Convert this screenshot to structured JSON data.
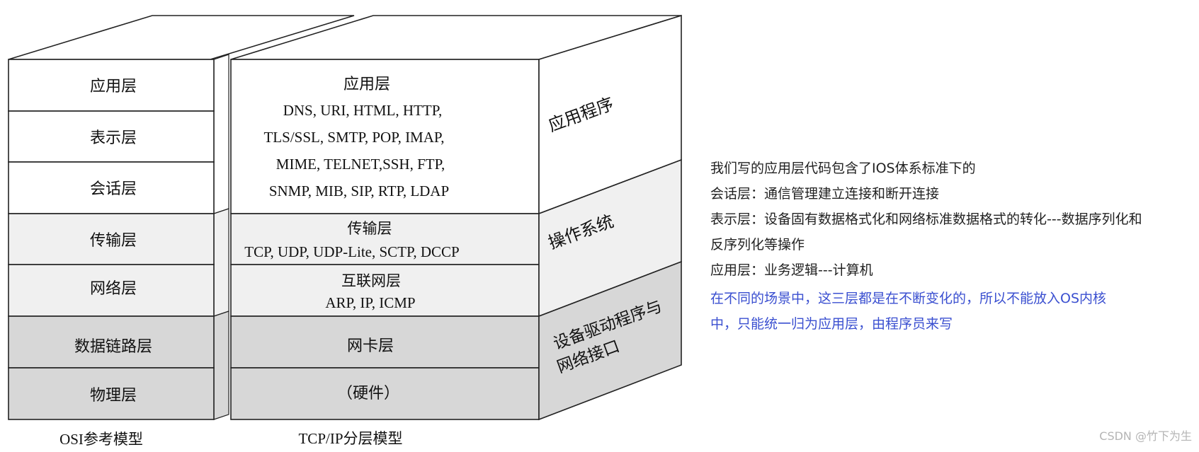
{
  "osi": {
    "layers": [
      "应用层",
      "表示层",
      "会话层",
      "传输层",
      "网络层",
      "数据链路层",
      "物理层"
    ],
    "caption": "OSI参考模型"
  },
  "tcpip": {
    "application": {
      "title": "应用层",
      "protocols": [
        "DNS, URI, HTML, HTTP,",
        "TLS/SSL, SMTP, POP, IMAP,",
        "MIME, TELNET,SSH, FTP,",
        "SNMP, MIB, SIP, RTP, LDAP"
      ]
    },
    "transport": {
      "title": "传输层",
      "protocols": "TCP, UDP, UDP-Lite, SCTP, DCCP"
    },
    "internet": {
      "title": "互联网层",
      "protocols": "ARP, IP, ICMP"
    },
    "link": {
      "title": "网卡层"
    },
    "hardware": {
      "title": "（硬件）"
    },
    "caption": "TCP/IP分层模型"
  },
  "side": {
    "app_program": "应用程序",
    "os": "操作系统",
    "driver_line1": "设备驱动程序与",
    "driver_line2": "网络接口"
  },
  "notes": {
    "line1": "我们写的应用层代码包含了IOS体系标准下的",
    "line2": "会话层：通信管理建立连接和断开连接",
    "line3": "表示层：设备固有数据格式化和网络标准数据格式的转化---数据序列化和",
    "line4": "反序列化等操作",
    "line5": "应用层：业务逻辑---计算机",
    "blue1": "在不同的场景中，这三层都是在不断变化的，所以不能放入OS内核",
    "blue2": "中，只能统一归为应用层，由程序员来写"
  },
  "watermark": "CSDN @竹下为生",
  "colors": {
    "white": "#ffffff",
    "light": "#f0f0f0",
    "mid": "#d7d7d7",
    "blue": "#3a4fd0"
  }
}
